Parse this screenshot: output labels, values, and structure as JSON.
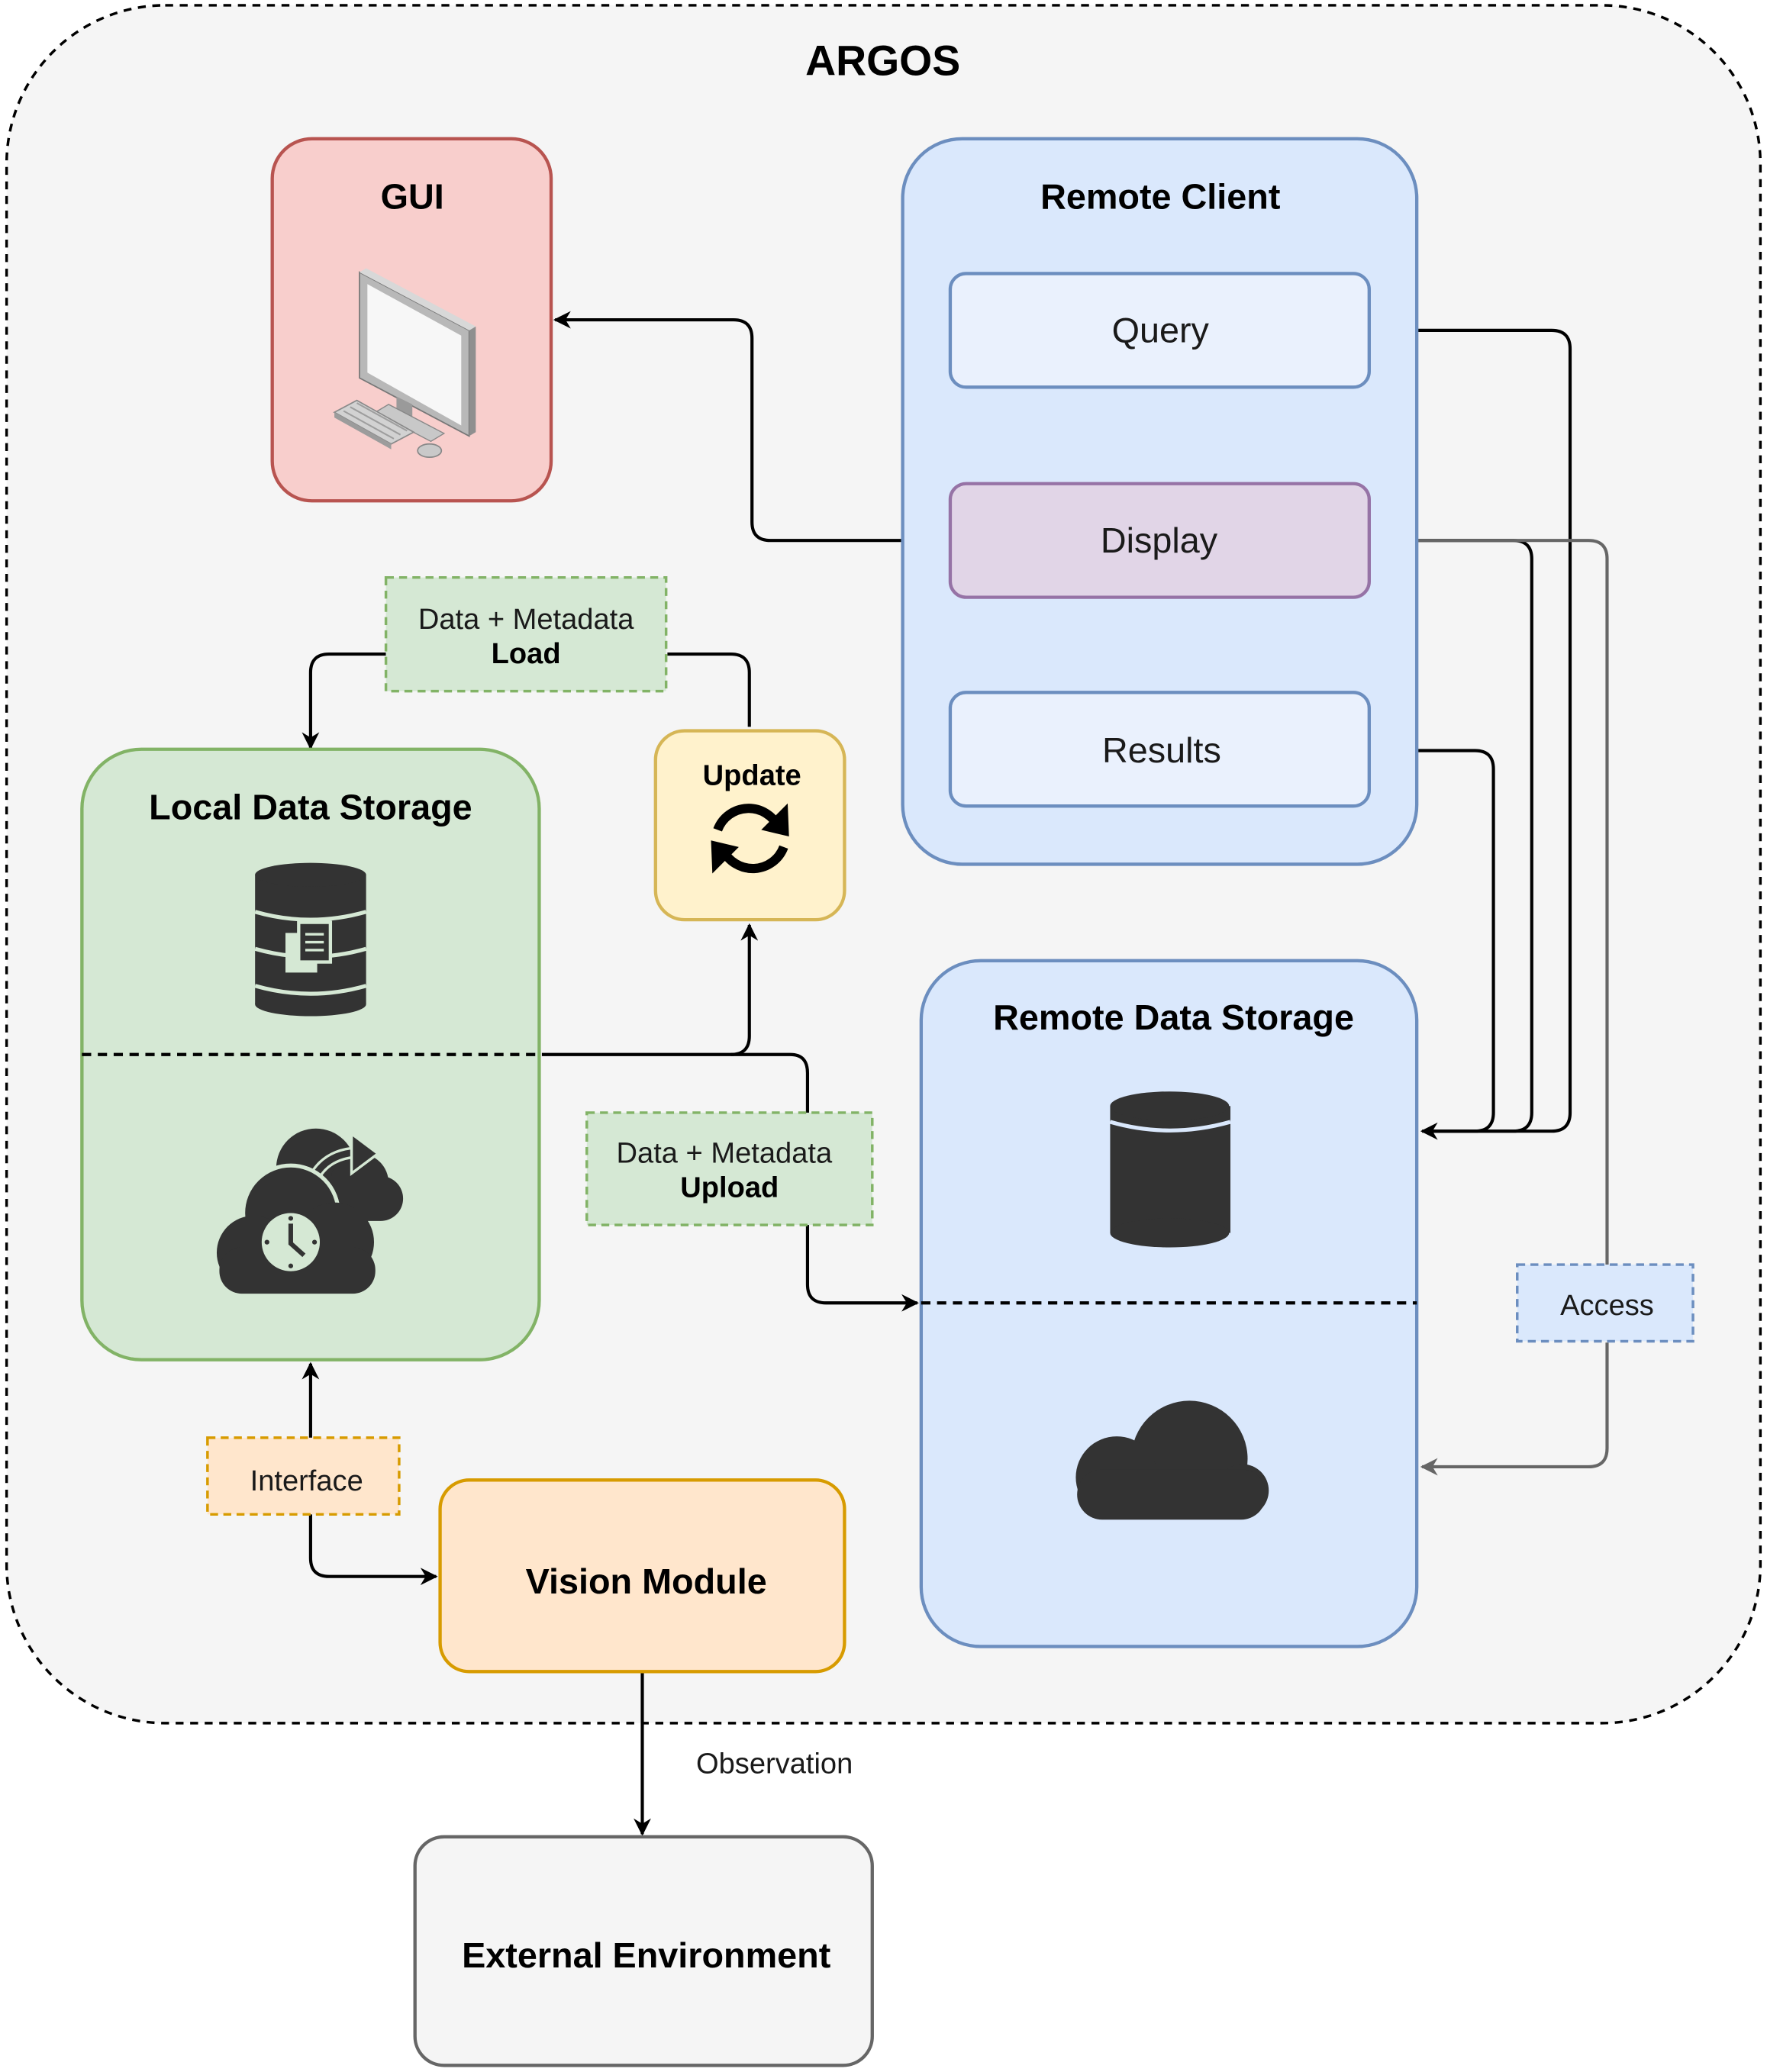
{
  "title": "ARGOS",
  "gui": {
    "title": "GUI",
    "icon": "desktop-computer-icon"
  },
  "remote_client": {
    "title": "Remote Client",
    "query": "Query",
    "display": "Display",
    "results": "Results"
  },
  "load_label": {
    "line1": "Data + Metadata",
    "line2": "Load"
  },
  "upload_label": {
    "line1": "Data + Metadata",
    "line2": "Upload"
  },
  "update": {
    "title": "Update",
    "icon": "refresh-icon"
  },
  "local_storage": {
    "title": "Local Data Storage",
    "icons": [
      "database-document-icon",
      "cloud-sync-clock-icon"
    ]
  },
  "remote_storage": {
    "title": "Remote Data Storage",
    "icons": [
      "database-icon",
      "cloud-icon"
    ]
  },
  "access_label": "Access",
  "interface_label": "Interface",
  "vision_module": "Vision Module",
  "observation_label": "Observation",
  "external_environment": "External Environment",
  "colors": {
    "gui_fill": "#f8cecc",
    "gui_stroke": "#b85450",
    "blue_fill": "#dae8fc",
    "blue_stroke": "#6c8ebf",
    "purple_fill": "#e1d5e7",
    "purple_stroke": "#9673a6",
    "green_fill": "#d5e8d4",
    "green_stroke": "#82b366",
    "yellow_fill": "#fff2cc",
    "yellow_stroke": "#d6b656",
    "orange_fill": "#ffe6cc",
    "orange_stroke": "#d79b00",
    "gray_fill": "#f5f5f5",
    "gray_stroke": "#666666"
  }
}
